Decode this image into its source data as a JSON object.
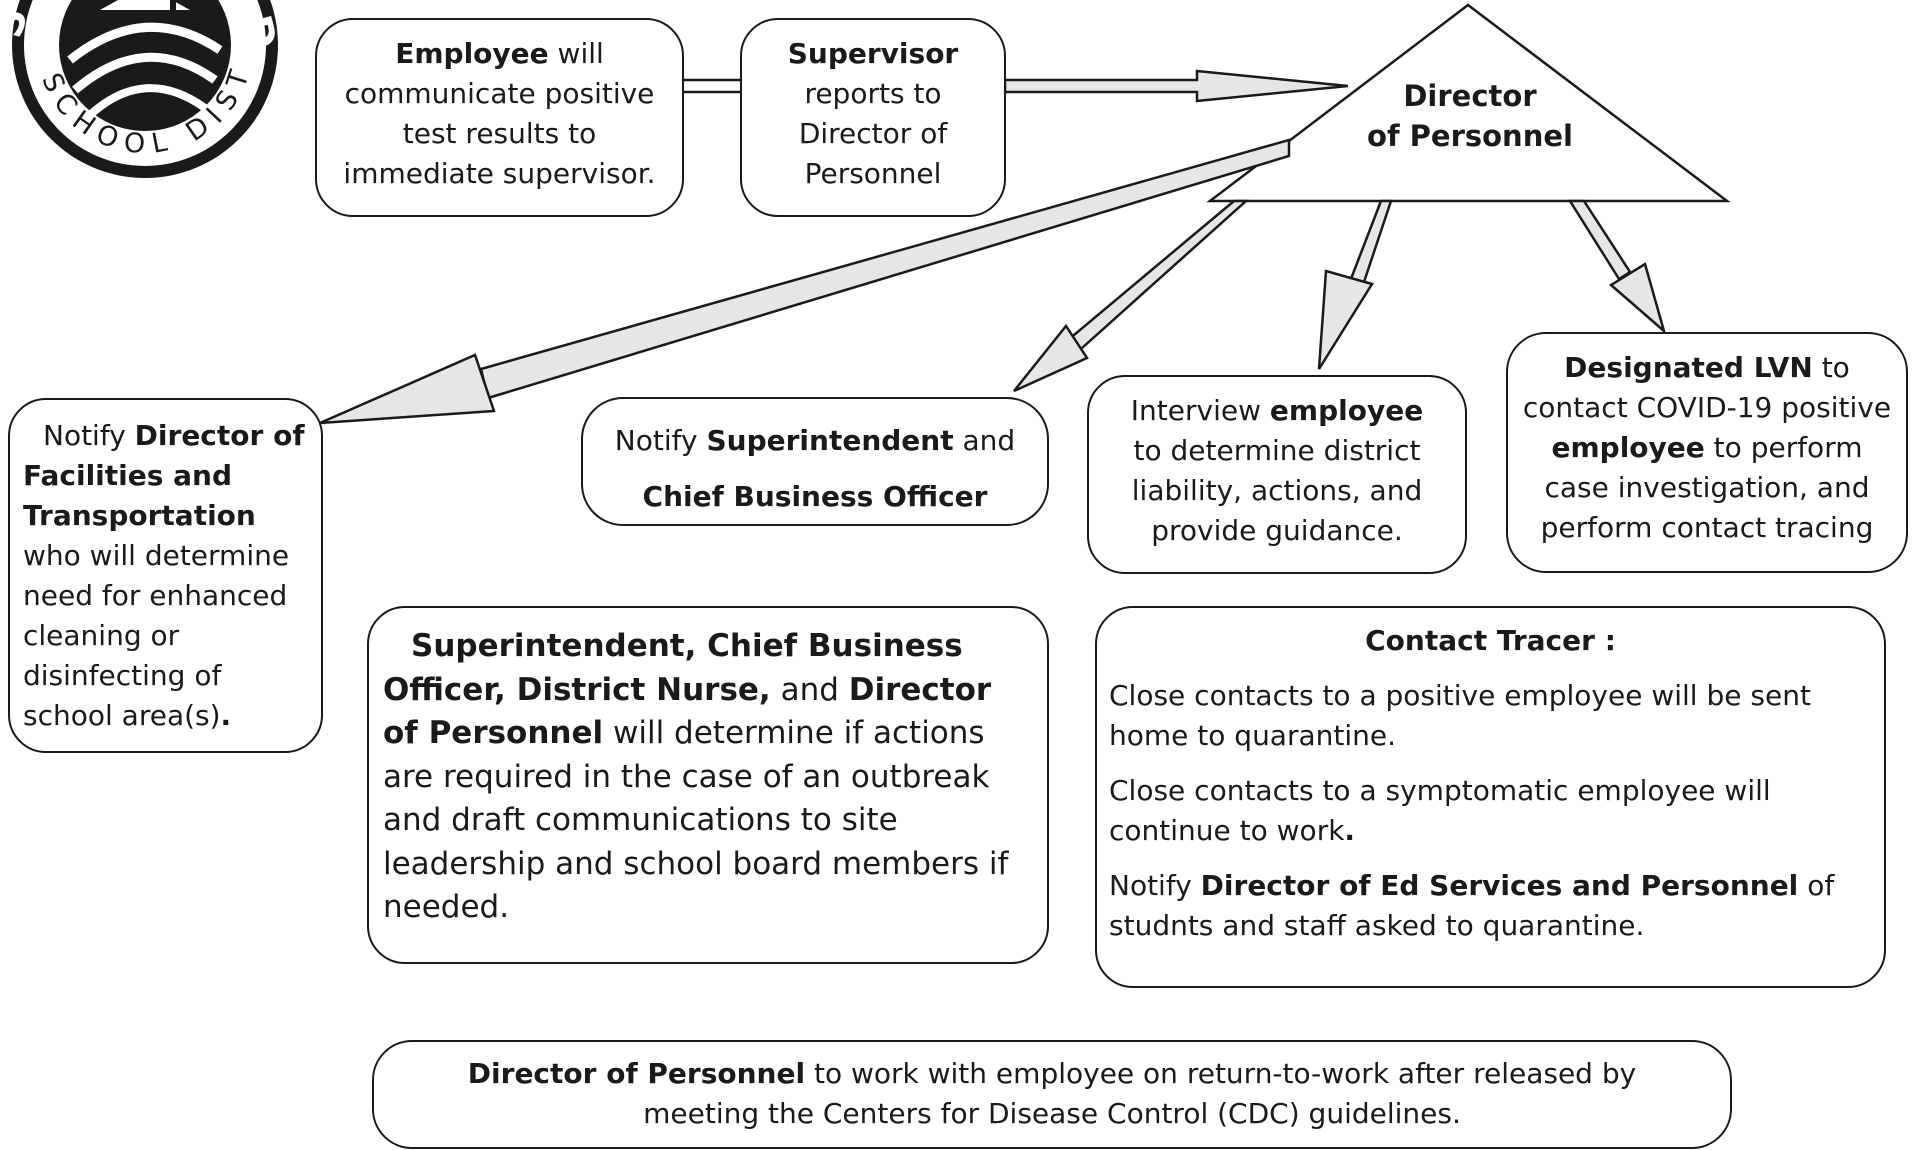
{
  "logo": {
    "letter_left": "S",
    "letter_right": "D",
    "ring_text": "SCHOOL DISTRICT"
  },
  "colors": {
    "stroke": "#1a1a1a",
    "arrow_fill": "#e6e6e6",
    "background": "#ffffff"
  },
  "employee_box": {
    "bold": "Employee",
    "text": " will communicate positive test results to immediate supervisor."
  },
  "supervisor_box": {
    "bold": "Supervisor",
    "text": "reports to Director of Personnel"
  },
  "director_triangle": {
    "line1": "Director",
    "line2": "of Personnel"
  },
  "facilities_box": {
    "pre": "Notify ",
    "bold": "Director of Facilities and Transportation",
    "text": " who will determine need for enhanced cleaning or disinfecting of school area(s)",
    "end": "."
  },
  "superintendent_notify_box": {
    "pre": "Notify ",
    "bold1": "Superintendent",
    "mid": " and",
    "bold2": "Chief Business Officer"
  },
  "interview_box": {
    "pre": "Interview ",
    "bold": "employee",
    "text": "to determine district liability, actions, and provide guidance."
  },
  "lvn_box": {
    "bold1": "Designated LVN",
    "text1": " to contact COVID-19 positive ",
    "bold2": "employee",
    "text2": " to perform case investigation, and perform contact tracing"
  },
  "leadership_box": {
    "bold1": "Superintendent, Chief Business Officer,  District Nurse,",
    "mid": " and ",
    "bold2": "Director of Personnel",
    "text": " will determine if actions are required  in the case of an outbreak and draft communications to site leadership and school board members if needed."
  },
  "contact_tracer_box": {
    "title": "Contact Tracer :",
    "para1": "Close contacts to a positive employee will be sent home to quarantine.",
    "para2": "Close contacts to a symptomatic employee will continue to work",
    "para2_end": ".",
    "para3_pre": "Notify ",
    "para3_bold": "Director of Ed Services and Personnel",
    "para3_text": " of studnts and staff asked to quarantine."
  },
  "return_box": {
    "bold": "Director of Personnel",
    "text": " to work with employee on return-to-work  after released by meeting the Centers for Disease Control (CDC) guidelines."
  }
}
